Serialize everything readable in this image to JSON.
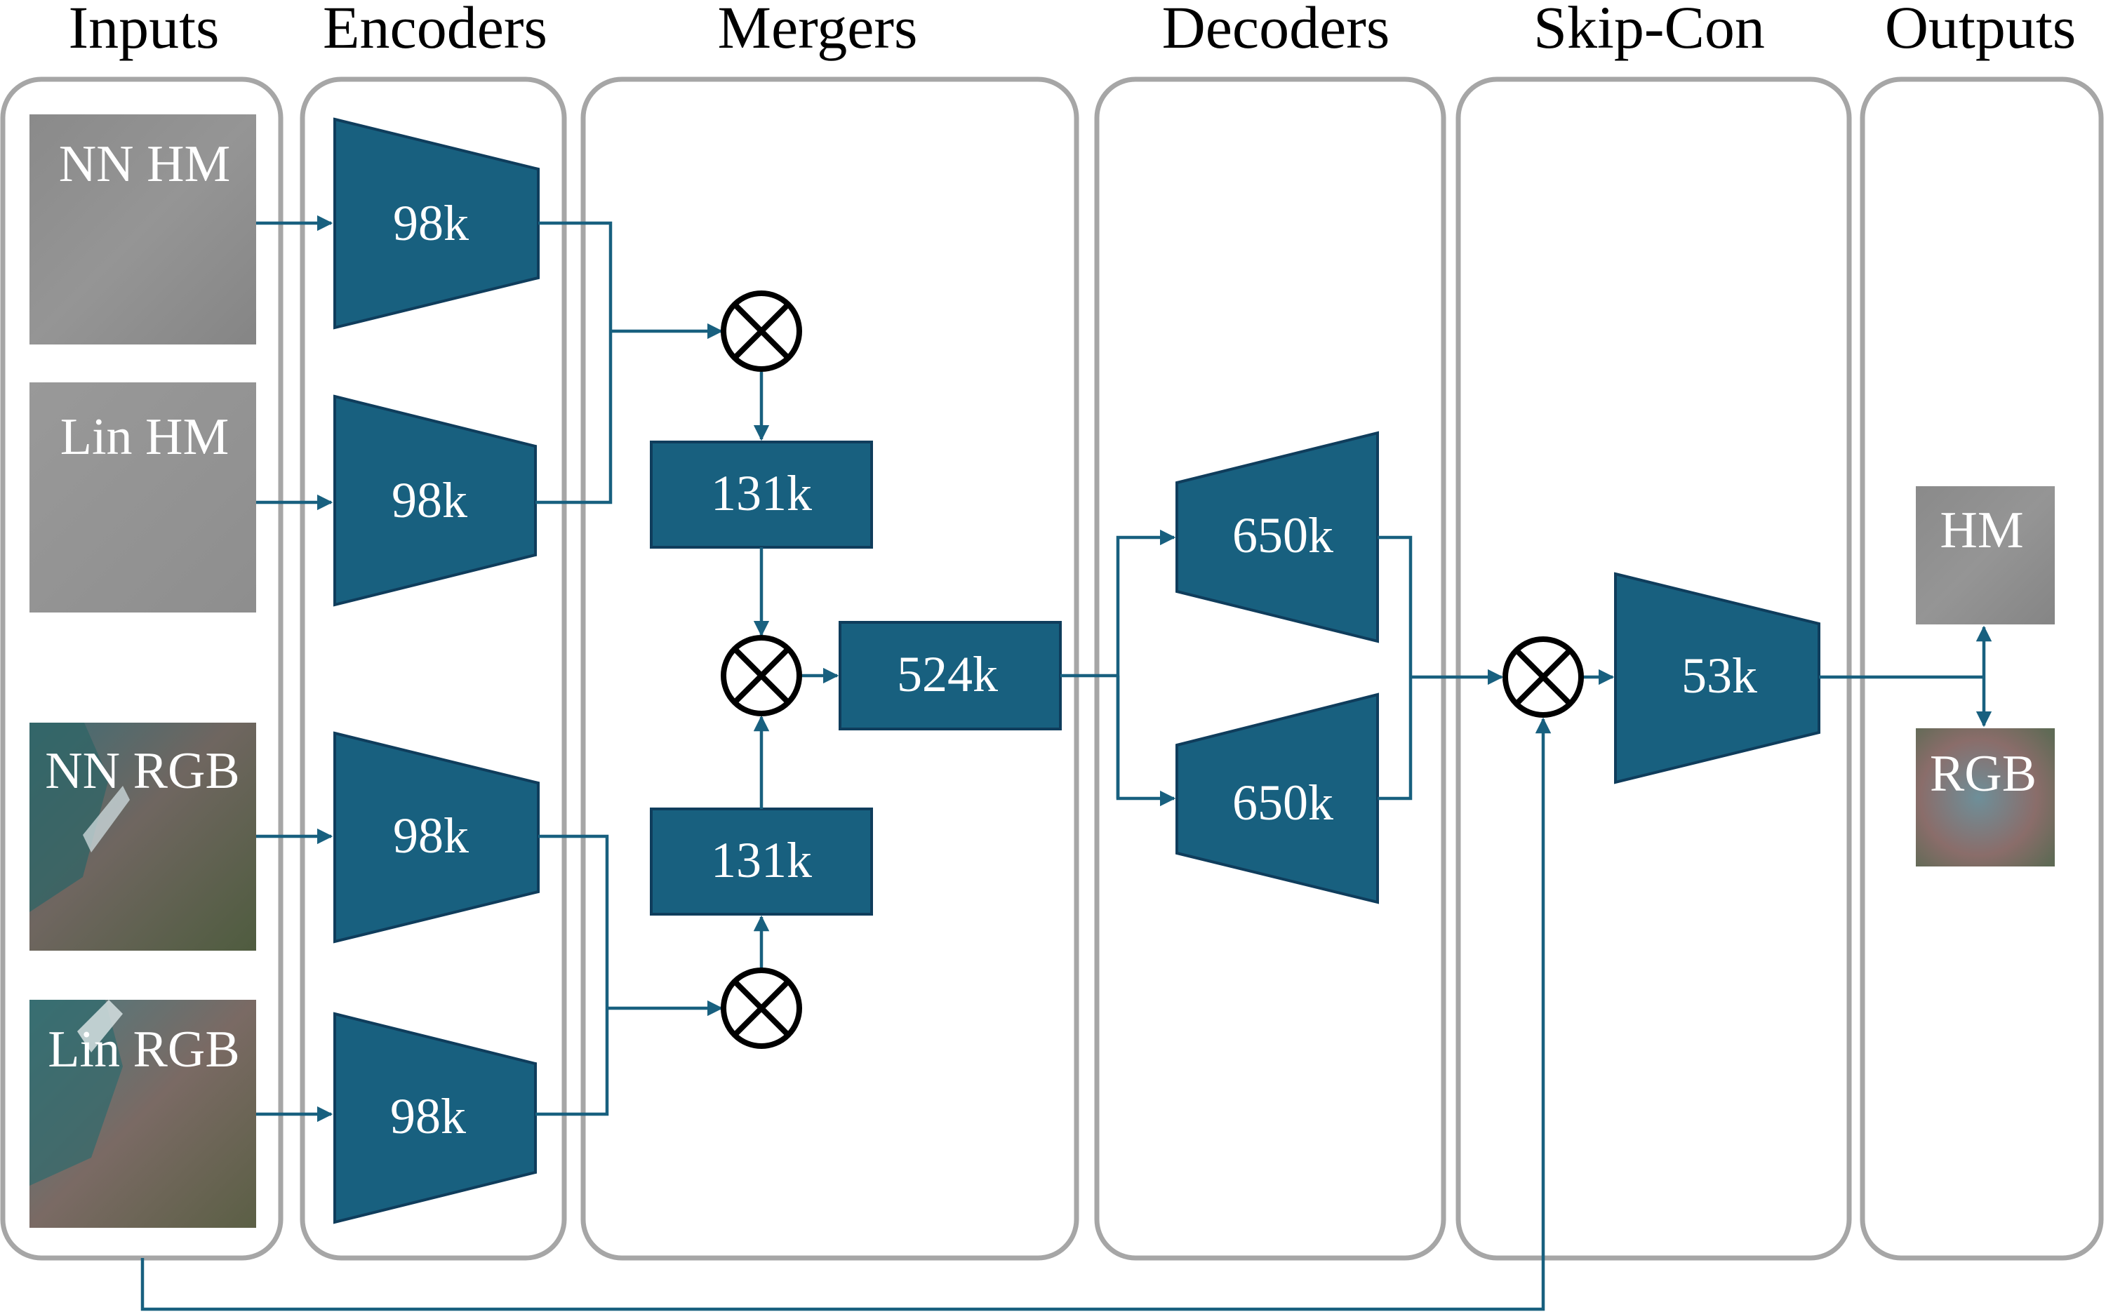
{
  "colors": {
    "block": "#18607f",
    "line": "#18607f",
    "panel_border": "#a6a6a6",
    "multiply": "#000000"
  },
  "columns": [
    {
      "id": "inputs",
      "label": "Inputs"
    },
    {
      "id": "encoders",
      "label": "Encoders"
    },
    {
      "id": "mergers",
      "label": "Mergers"
    },
    {
      "id": "decoders",
      "label": "Decoders"
    },
    {
      "id": "skip",
      "label": "Skip-Con"
    },
    {
      "id": "outputs",
      "label": "Outputs"
    }
  ],
  "inputs": [
    "NN HM",
    "Lin HM",
    "NN RGB",
    "Lin RGB"
  ],
  "encoders": [
    "98k",
    "98k",
    "98k",
    "98k"
  ],
  "mergers": {
    "top_block": "131k",
    "bottom_block": "131k",
    "merged_block": "524k",
    "multiply_icon": "multiply-icon"
  },
  "decoders": [
    "650k",
    "650k"
  ],
  "skip_con": {
    "block": "53k"
  },
  "outputs": [
    "HM",
    "RGB"
  ]
}
